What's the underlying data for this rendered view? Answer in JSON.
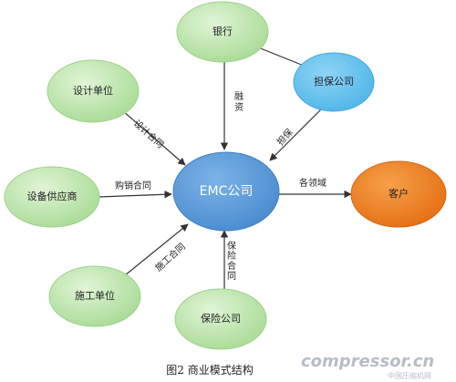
{
  "diagram": {
    "center": {
      "label": "EMC公司",
      "color": "#5b9bd5"
    },
    "nodes": {
      "bank": {
        "label": "银行",
        "color": "#b6e3a6"
      },
      "guarantee": {
        "label": "担保公司",
        "color": "#6ec4f0"
      },
      "design": {
        "label": "设计单位",
        "color": "#b6e3a6"
      },
      "supplier": {
        "label": "设备供应商",
        "color": "#b6e3a6"
      },
      "construction": {
        "label": "施工单位",
        "color": "#b6e3a6"
      },
      "insurance": {
        "label": "保险公司",
        "color": "#b6e3a6"
      },
      "customer": {
        "label": "客户",
        "color": "#ee7d1e"
      }
    },
    "edges": {
      "bank": "融资",
      "guarantee": "担保",
      "design": "设计合同",
      "supplier": "购销合同",
      "construction": "施工合同",
      "insurance": "保险合同",
      "customer": "各领域"
    }
  },
  "caption": "图2 商业模式结构",
  "watermark": {
    "brand": "compressor.cn",
    "sub": "中国压缩机网"
  }
}
